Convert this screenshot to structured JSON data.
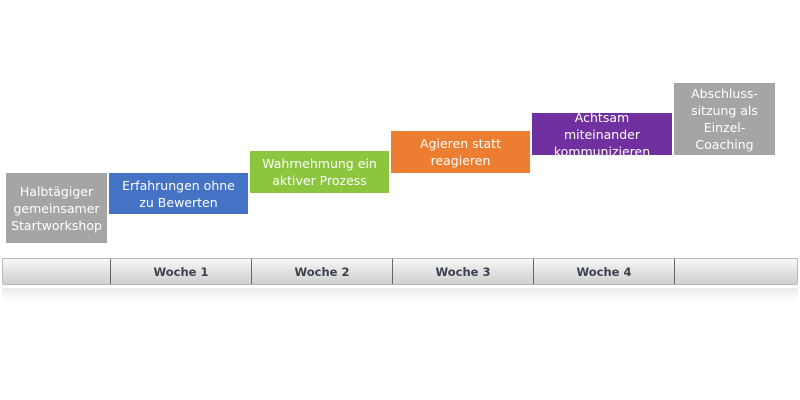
{
  "steps": [
    {
      "label": "Halbtägiger gemeinsamer Startworkshop",
      "color": "#a5a5a5"
    },
    {
      "label": "Erfahrungen ohne zu Bewerten",
      "color": "#4472c4"
    },
    {
      "label": "Wahrnehmung ein aktiver Prozess",
      "color": "#8cc63f"
    },
    {
      "label": "Agieren statt reagieren",
      "color": "#ed7d31"
    },
    {
      "label": "Achtsam miteinander kommunizieren",
      "color": "#7030a0"
    },
    {
      "label": "Abschluss-sitzung als Einzel-Coaching",
      "color": "#a5a5a5"
    }
  ],
  "timeline": [
    "",
    "Woche 1",
    "Woche 2",
    "Woche 3",
    "Woche 4",
    ""
  ]
}
